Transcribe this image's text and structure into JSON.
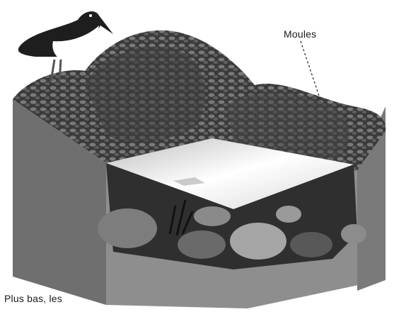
{
  "labels": {
    "moules": "Moules",
    "bottom_caption": "Plus bas, les"
  },
  "illustration": {
    "subject": "rock-pool-block-diagram",
    "palette": {
      "paper": "#ffffff",
      "block_side": "#6f6f6f",
      "block_front": "#8c8c8c",
      "rocks": "#4a4a4a",
      "water": "#e9e9e9",
      "bird_dark": "#1e1e1e"
    }
  }
}
